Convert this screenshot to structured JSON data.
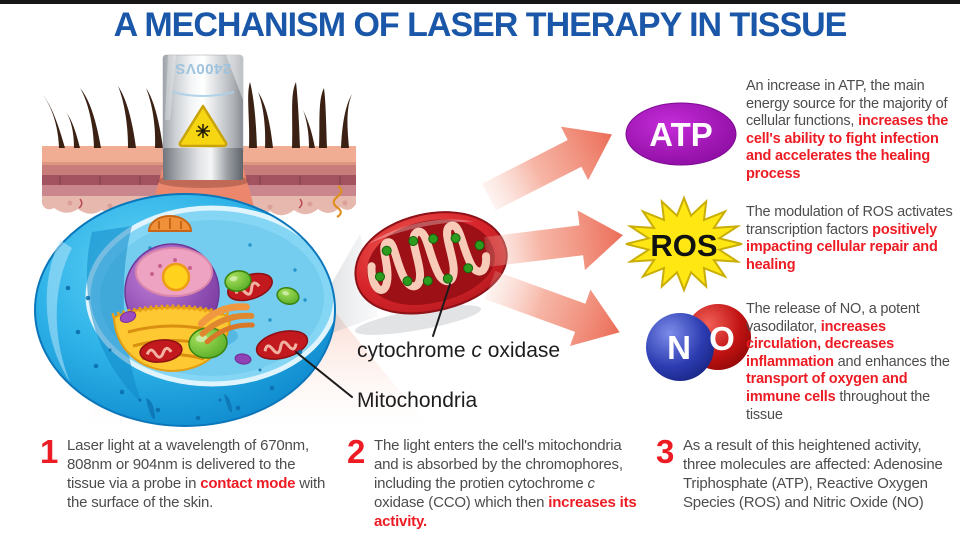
{
  "title": "A MECHANISM OF LASER THERAPY IN TISSUE",
  "probe": {
    "label": "2400VS",
    "warning_icon": "laser-warning-triangle"
  },
  "diagram_labels": {
    "cytochrome_oxidase": [
      {
        "t": "cytochrome ",
        "s": "n"
      },
      {
        "t": "c",
        "s": "i"
      },
      {
        "t": " oxidase",
        "s": "n"
      }
    ],
    "mitochondria": "Mitochondria"
  },
  "molecules": [
    {
      "id": "ATP",
      "badge": "ATP",
      "shape": "purple-ellipse",
      "desc": [
        {
          "t": "An increase in ATP, the main energy source for the majority of cellular functions, ",
          "s": "n"
        },
        {
          "t": "increases the cell's ability to fight infection and accelerates the healing process",
          "s": "r"
        }
      ]
    },
    {
      "id": "ROS",
      "badge": "ROS",
      "shape": "yellow-starburst",
      "desc": [
        {
          "t": "The modulation of ROS activates transcription factors ",
          "s": "n"
        },
        {
          "t": "positively impacting cellular repair and healing",
          "s": "r"
        }
      ]
    },
    {
      "id": "NO",
      "badge_n": "N",
      "badge_o": "O",
      "shape": "blue-red-spheres",
      "desc": [
        {
          "t": "The release of NO, a potent vasodilator, ",
          "s": "n"
        },
        {
          "t": "increases circulation, decreases inflammation",
          "s": "r"
        },
        {
          "t": " and enhances the ",
          "s": "n"
        },
        {
          "t": "transport of oxygen and immune cells",
          "s": "r"
        },
        {
          "t": " throughout the tissue",
          "s": "n"
        }
      ]
    }
  ],
  "steps": [
    {
      "num": "1",
      "desc": [
        {
          "t": "Laser light at a wavelength of 670nm, 808nm or 904nm is delivered to the tissue via a probe in ",
          "s": "n"
        },
        {
          "t": "contact mode",
          "s": "r"
        },
        {
          "t": " with the surface of the skin.",
          "s": "n"
        }
      ]
    },
    {
      "num": "2",
      "desc": [
        {
          "t": "The light enters the cell's mitochondria and is absorbed by the chromophores, including the protien cytochrome ",
          "s": "n"
        },
        {
          "t": "c",
          "s": "i"
        },
        {
          "t": " oxidase (CCO) which then ",
          "s": "n"
        },
        {
          "t": "increases its activity.",
          "s": "r"
        }
      ]
    },
    {
      "num": "3",
      "desc": [
        {
          "t": "As a result of this heightened activity, three molecules are affected: Adenosine Triphosphate (ATP), Reactive Oxygen Species (ROS) and Nitric Oxide (NO)",
          "s": "n"
        }
      ]
    }
  ],
  "colors": {
    "title_blue": "#1a57a8",
    "body_gray": "#4d4d4f",
    "accent_red": "#ed1c24",
    "atp_purple": "#a317b5",
    "ros_yellow": "#ffe713",
    "no_blue": "#1e2f9e",
    "no_red": "#c01414",
    "arrow_salmon": "#ec7560",
    "cell_blue": "#2aa7e0",
    "mito_red": "#c6201f",
    "label_black": "#1e1c1c"
  }
}
